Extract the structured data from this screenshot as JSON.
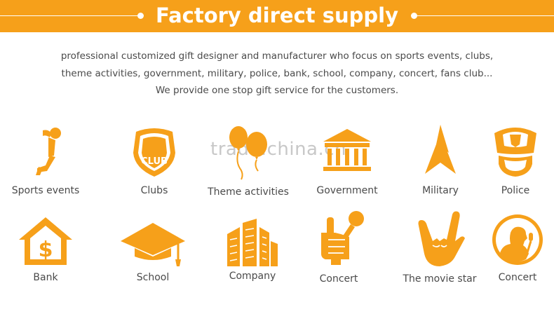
{
  "banner": {
    "title": "Factory direct supply",
    "color": "#f6a01a"
  },
  "intro": {
    "line1": "professional customized gift designer and manufacturer who focus on sports events, clubs,",
    "line2": "theme activities, government, military, police, bank, school, company, concert, fans club...",
    "line3": "We provide one stop gift service for the customers."
  },
  "watermark": "trade.china.cn",
  "icon_color": "#f6a01a",
  "items": [
    {
      "label": "Sports events",
      "icon": "runner-icon"
    },
    {
      "label": "Clubs",
      "icon": "club-badge-icon"
    },
    {
      "label": "Theme activities",
      "icon": "balloons-icon"
    },
    {
      "label": "Government",
      "icon": "government-building-icon"
    },
    {
      "label": "Military",
      "icon": "star-icon"
    },
    {
      "label": "Police",
      "icon": "police-badge-icon"
    },
    {
      "label": "Bank",
      "icon": "bank-house-dollar-icon"
    },
    {
      "label": "School",
      "icon": "graduation-cap-icon"
    },
    {
      "label": "Company",
      "icon": "office-buildings-icon"
    },
    {
      "label": "Concert",
      "icon": "thumbs-up-microphone-icon"
    },
    {
      "label": "The movie star",
      "icon": "rock-hand-icon"
    },
    {
      "label": "Concert",
      "icon": "singer-microphone-icon"
    }
  ]
}
